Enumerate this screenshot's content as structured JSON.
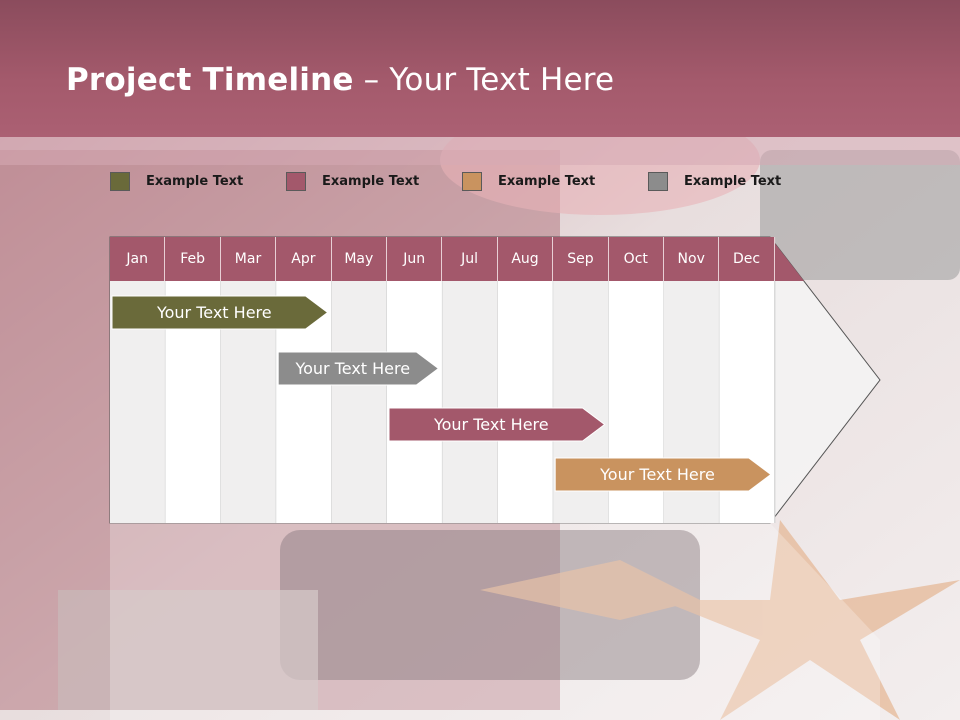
{
  "title": {
    "bold": "Project Timeline",
    "rest": " – Your Text Here"
  },
  "legend": [
    {
      "label": "Example Text",
      "color": "#6a6a3a"
    },
    {
      "label": "Example Text",
      "color": "#a3586b"
    },
    {
      "label": "Example Text",
      "color": "#c9935f"
    },
    {
      "label": "Example Text",
      "color": "#8c8c8c"
    }
  ],
  "months": [
    "Jan",
    "Feb",
    "Mar",
    "Apr",
    "May",
    "Jun",
    "Jul",
    "Aug",
    "Sep",
    "Oct",
    "Nov",
    "Dec"
  ],
  "tasks": [
    {
      "label": "Your  Text Here",
      "color": "#6a6a3a",
      "start_month": "Jan",
      "end_month": "Apr"
    },
    {
      "label": "Your  Text Here",
      "color": "#8c8c8c",
      "start_month": "Apr",
      "end_month": "Jun"
    },
    {
      "label": "Your  Text Here",
      "color": "#a3586b",
      "start_month": "Jun",
      "end_month": "Sep"
    },
    {
      "label": "Your  Text Here",
      "color": "#c9935f",
      "start_month": "Sep",
      "end_month": "Dec"
    }
  ]
}
